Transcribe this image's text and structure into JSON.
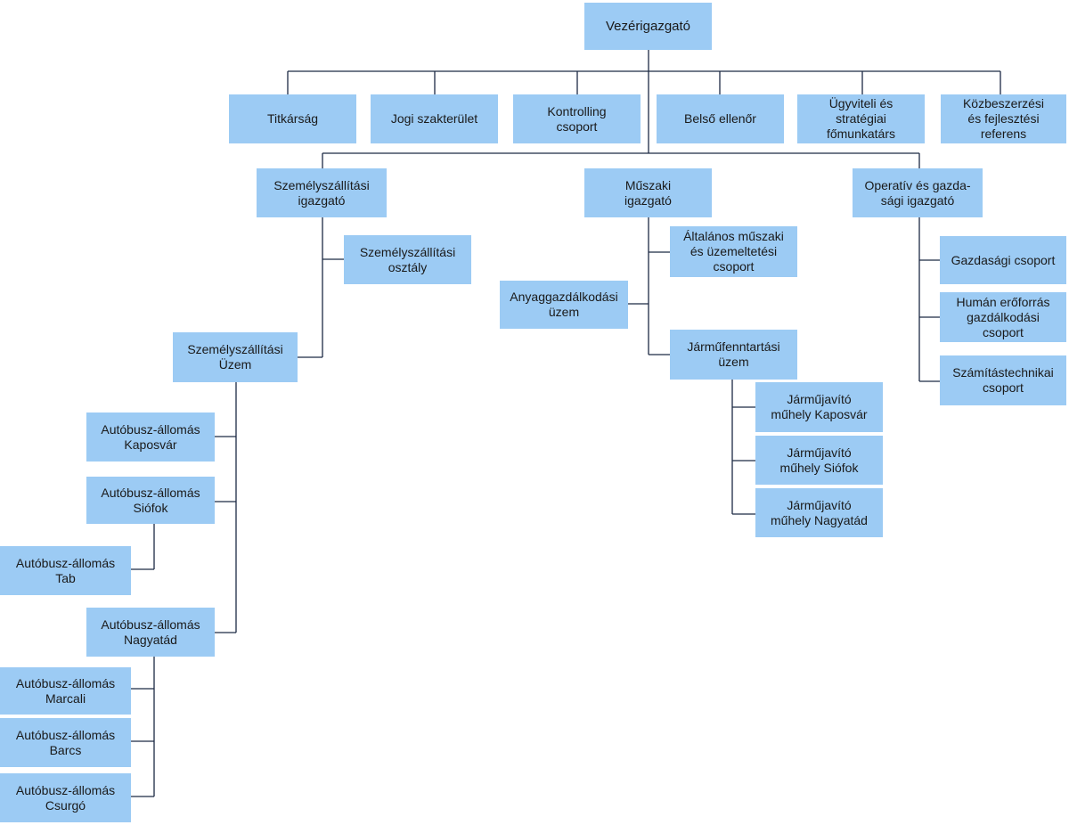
{
  "org": {
    "ceo": "Vezérigazgató",
    "staff": {
      "titkarsag": "Titkárság",
      "jogi": "Jogi szakterület",
      "kontrolling": "Kontrolling\ncsoport",
      "belso": "Belső ellenőr",
      "ugyviteli": "Ügyviteli és\nstratégiai\nfőmunkatárs",
      "kozbeszerzesi": "Közbeszerzési\nés fejlesztési\nreferens"
    },
    "szemely": {
      "director": "Személyszállítási\nigazgató",
      "osztaly": "Személyszállítási\nosztály",
      "uzem": "Személyszállítási\nÜzem",
      "kaposvar": "Autóbusz-állomás\nKaposvár",
      "siofok": "Autóbusz-állomás\nSiófok",
      "tab": "Autóbusz-állomás\nTab",
      "nagyatad": "Autóbusz-állomás\nNagyatád",
      "marcali": "Autóbusz-állomás\nMarcali",
      "barcs": "Autóbusz-állomás\nBarcs",
      "csurgo": "Autóbusz-állomás\nCsurgó"
    },
    "muszaki": {
      "director": "Műszaki\nigazgató",
      "altalanos": "Általános műszaki\nés üzemeltetési\ncsoport",
      "anyag": "Anyaggazdálkodási\nüzem",
      "jarmu": "Járműfenntartási\nüzem",
      "kaposvar": "Járműjavító\nműhely Kaposvár",
      "siofok": "Járműjavító\nműhely Siófok",
      "nagyatad": "Járműjavító\nműhely Nagyatád"
    },
    "operativ": {
      "director": "Operatív és gazda-\nsági igazgató",
      "gazdasagi": "Gazdasági csoport",
      "human": "Humán erőforrás\ngazdálkodási\ncsoport",
      "szamitas": "Számítástechnikai\ncsoport"
    }
  }
}
